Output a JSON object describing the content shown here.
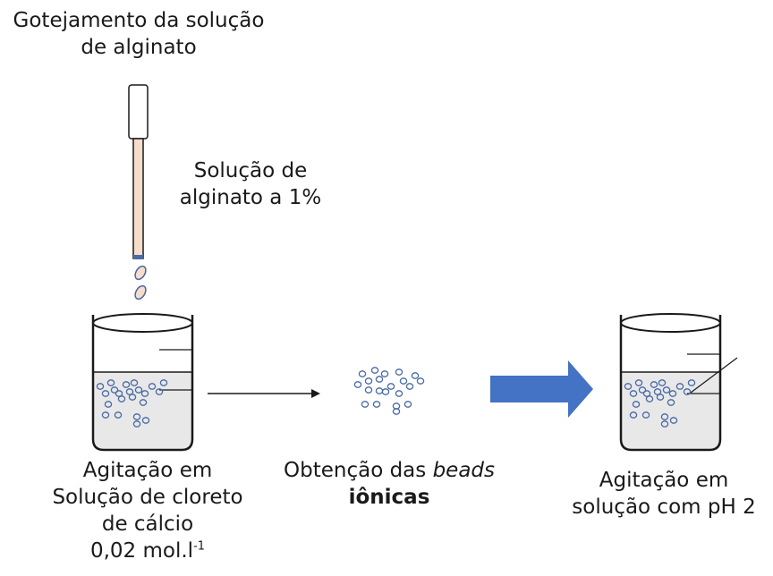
{
  "title": {
    "line1": "Gotejamento da solução",
    "line2": "de alginato"
  },
  "pipette_label": {
    "line1": "Solução de",
    "line2": "alginato a 1%"
  },
  "beaker1_label": {
    "line1": "Agitação em",
    "line2": "Solução de cloreto",
    "line3": "de cálcio",
    "line4_main": "0,02 mol.l",
    "line4_sup": "-1"
  },
  "beads_label": {
    "prefix": "Obtenção das ",
    "italic": "beads",
    "bold": "iônicas"
  },
  "beaker2_label": {
    "line1": "Agitação em",
    "line2": "solução com pH 2"
  },
  "colors": {
    "outline": "#1a1a1a",
    "liquid": "#e8e8e8",
    "bead": "#4a6aa5",
    "pipette_tube": "#f6dccb",
    "big_arrow": "#4472c4"
  }
}
